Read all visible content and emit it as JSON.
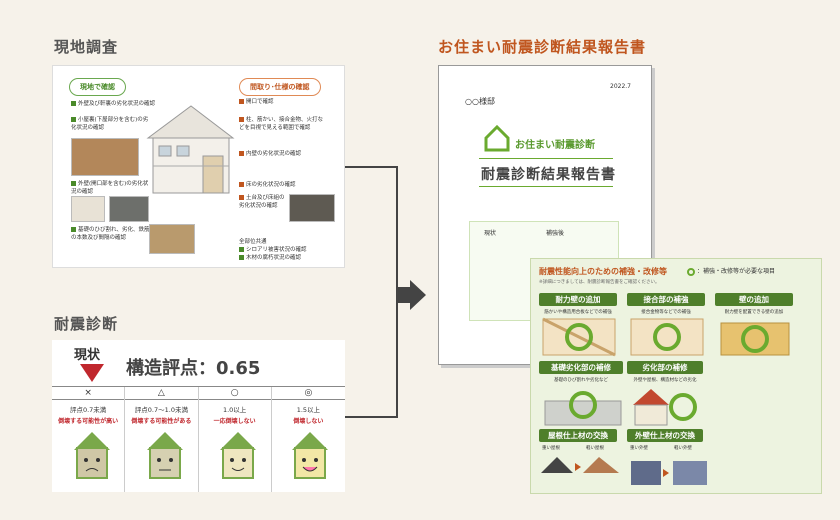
{
  "sections": {
    "survey_title": "現地調査",
    "seismic_title": "耐震診断",
    "report_title": "お住まい耐震診断結果報告書"
  },
  "survey": {
    "outside_label": "現地で確認",
    "plan_label": "間取り･仕様の確認",
    "notes_left": [
      "外壁及び軒裏の劣化状況の確認",
      "小屋裏(下屋部分を含む)の劣化状況の確認",
      "外壁(開口部を含む)の劣化状況の確認",
      "基礎のひび割れ、劣化、鉄筋の本数及び間隔の確認"
    ],
    "notes_right": [
      "開口で確認",
      "柱、筋かい、接合金物、火打などを目視で見える範囲で確認",
      "内壁の劣化状況の確認",
      "床の劣化状況の確認",
      "土台及び床組の劣化状況の確認"
    ],
    "common_title": "全部位共通",
    "common_items": [
      "シロアリ被害状況の確認",
      "木材の腐朽状況の確認"
    ]
  },
  "seismic": {
    "status": "現状",
    "score_text": "構造評点：0.65",
    "columns": [
      {
        "mark": "×",
        "range": "評点0.7未満",
        "risk": "倒壊する可能性が高い",
        "face": "#cfc7a6"
      },
      {
        "mark": "△",
        "range": "評点0.7〜1.0未満",
        "risk": "倒壊する可能性がある",
        "face": "#d6d0b1"
      },
      {
        "mark": "○",
        "range": "1.0以上",
        "risk": "一応倒壊しない",
        "face": "#efe6c0"
      },
      {
        "mark": "◎",
        "range": "1.5以上",
        "risk": "倒壊しない",
        "face": "#f2e7a6"
      }
    ]
  },
  "report": {
    "date": "2022.7",
    "addressee": "○○様邸",
    "brand": "お住まい耐震診断",
    "title": "耐震診断結果報告書",
    "mini_labels": [
      "現状",
      "補強後"
    ]
  },
  "improve": {
    "heading": "耐震性能向上のための補強・改修等",
    "legend": "：補強・改修等が必要な項目",
    "fine_print": "※詳細につきましては、耐震診断報告書をご確認ください。",
    "items": [
      {
        "label": "耐力壁の追加",
        "caption": "筋かいや構造用合板などでの補強"
      },
      {
        "label": "接合部の補強",
        "caption": "接合金物等などでの補強"
      },
      {
        "label": "壁の追加",
        "caption": "耐力壁を配置できる壁の追加"
      },
      {
        "label": "基礎劣化部の補修",
        "caption": "基礎のひび割れや劣化など"
      },
      {
        "label": "劣化部の補修",
        "caption": "外壁や屋根、構造材などの劣化"
      },
      {
        "label": "屋根仕上材の交換",
        "caption_a": "重い屋根",
        "caption_b": "軽い屋根"
      },
      {
        "label": "外壁仕上材の交換",
        "caption_a": "重い外壁",
        "caption_b": "軽い外壁"
      }
    ]
  },
  "colors": {
    "accent_green": "#4f7f2b",
    "accent_orange": "#c0561f",
    "alert_red": "#c0272d"
  }
}
